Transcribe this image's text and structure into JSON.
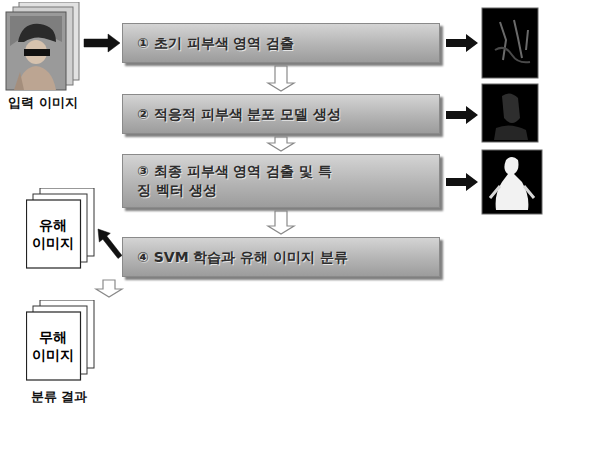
{
  "diagram": {
    "nodes": [
      {
        "text": [
          "입력 이미지"
        ]
      },
      {
        "text": [
          "① 초기 피부색 영역 검출"
        ]
      },
      {
        "text": [
          "② 적응적 피부색 분포 모델 생성"
        ]
      },
      {
        "text": [
          "③ 최종 피부색 영역 검출 및 특징 벡터 생성"
        ]
      },
      {
        "text": [
          "④ SVM 학습과 유해 이미지 분류"
        ]
      },
      {
        "text": [
          "유해 이미지"
        ]
      },
      {
        "text": [
          "무해 이미지"
        ]
      }
    ],
    "edges": [
      {
        "from": 0,
        "to": 1,
        "arrow": "to"
      },
      {
        "from": 1,
        "to": 2,
        "arrow": "to"
      },
      {
        "from": 2,
        "to": 3,
        "arrow": "to"
      },
      {
        "from": 3,
        "to": 4,
        "arrow": "to"
      },
      {
        "from": 4,
        "to": 5,
        "arrow": "to"
      },
      {
        "from": 4,
        "to": 6,
        "arrow": "to"
      }
    ],
    "labels": [
      "분류 결과"
    ]
  }
}
